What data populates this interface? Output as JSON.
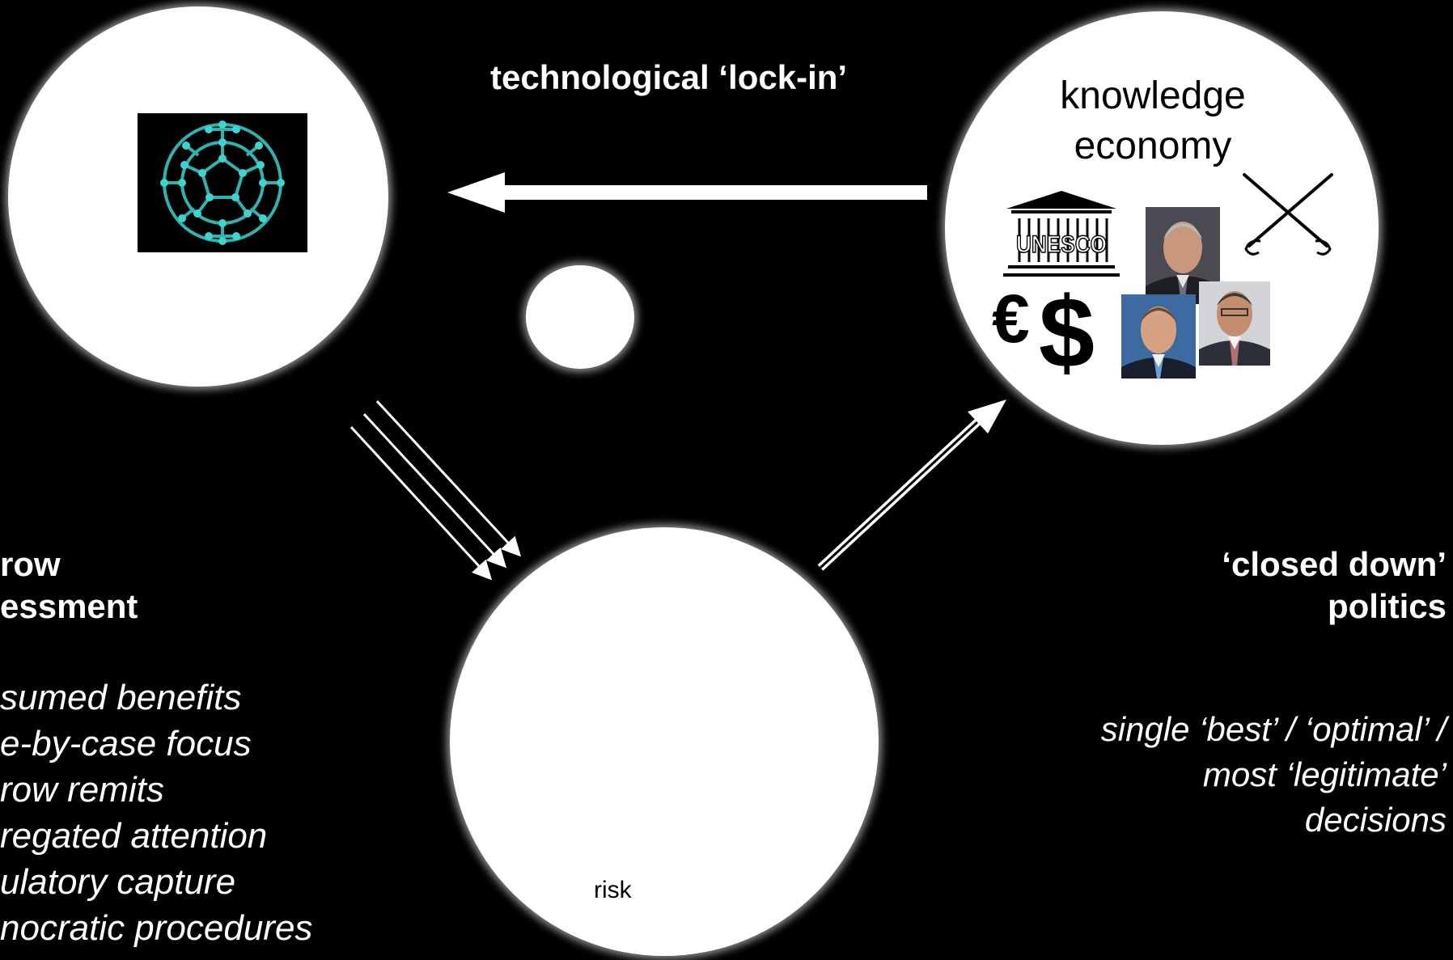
{
  "top_label": "technological ‘lock-in’",
  "knowledge_circle": {
    "line1": "knowledge",
    "line2": "economy"
  },
  "logo_text": "UNESCO",
  "currency": {
    "euro": "€",
    "dollar": "$"
  },
  "left_heading": [
    "row",
    "essment"
  ],
  "left_items": [
    "sumed benefits",
    "e-by-case focus",
    "row remits",
    "regated attention",
    "ulatory capture",
    "nocratic procedures"
  ],
  "right_heading": [
    "‘closed down’",
    "politics"
  ],
  "right_items": [
    "single ‘best’ / ‘optimal’ /",
    "most ‘legitimate’",
    "decisions"
  ],
  "bottom_label": "risk",
  "colors": {
    "background": "#000000",
    "circle": "#ffffff",
    "molecule": "#2fb3b0"
  }
}
